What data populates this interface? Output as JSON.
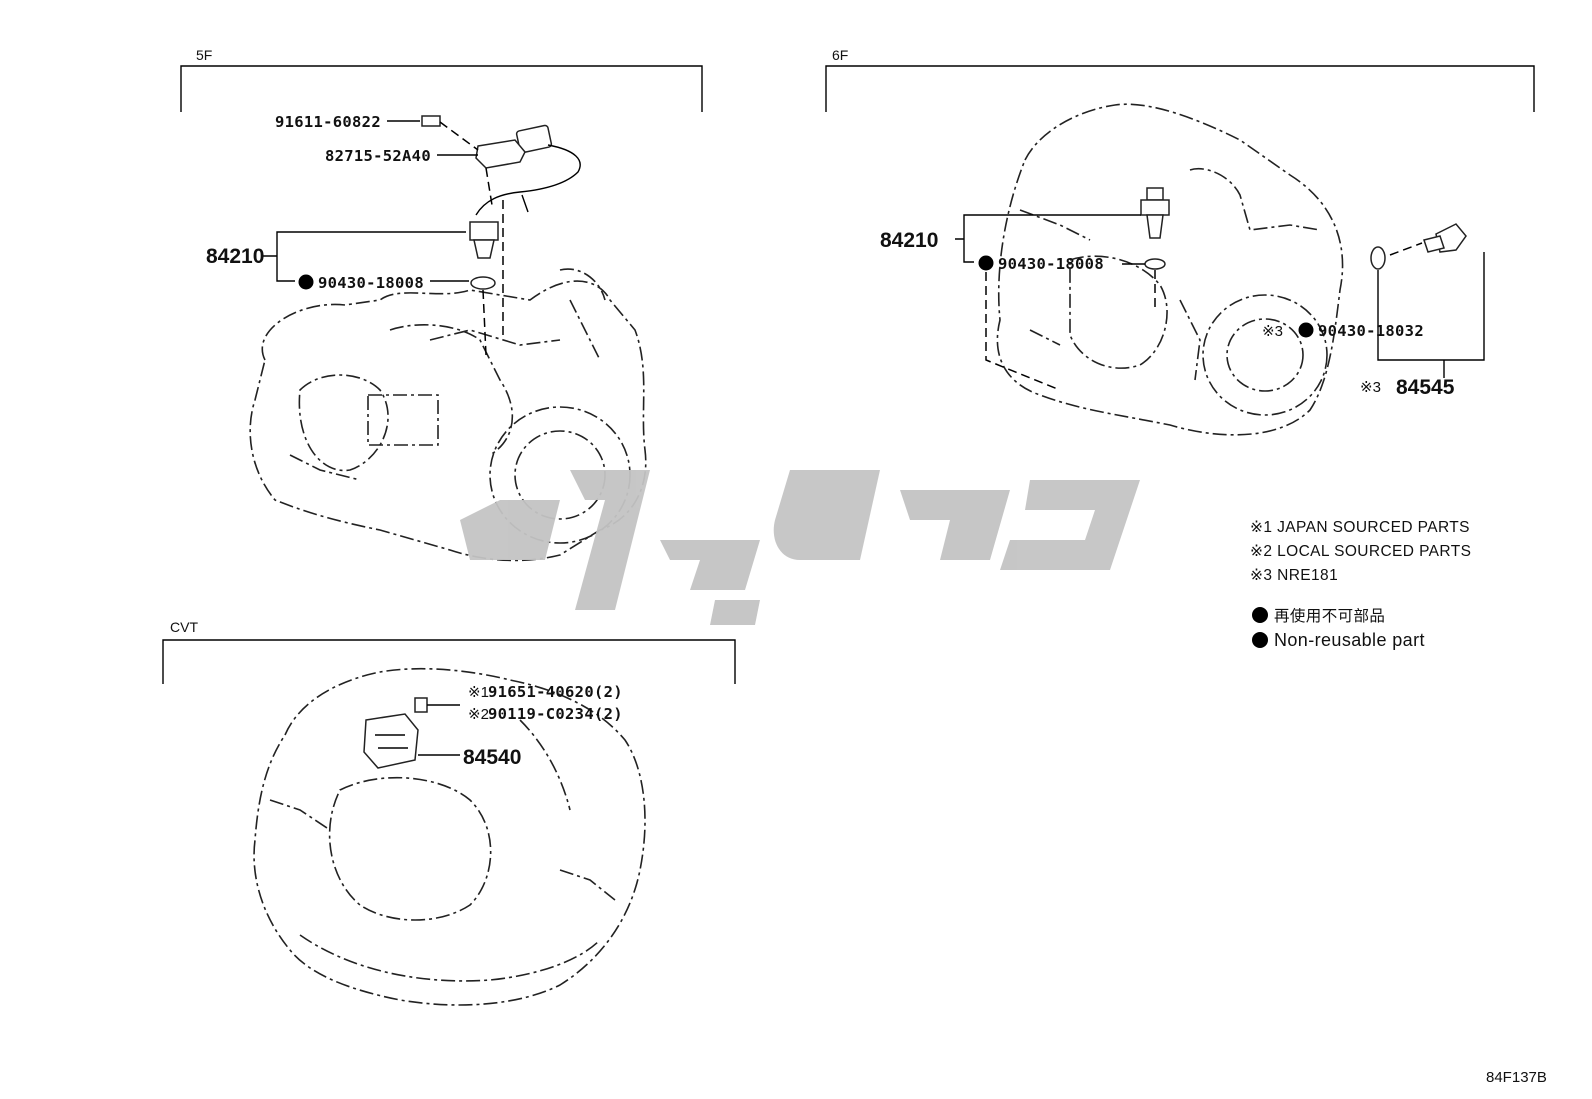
{
  "sections": {
    "five_f": "5F",
    "six_f": "6F",
    "cvt": "CVT"
  },
  "five_f_parts": {
    "bolt": "91611-60822",
    "bracket": "82715-52A40",
    "switch": "84210",
    "gasket": "90430-18008"
  },
  "six_f_parts": {
    "switch": "84210",
    "gasket_left": "90430-18008",
    "gasket_right": "90430-18032",
    "gasket_right_mark": "※3",
    "switch_right": "84545",
    "switch_right_mark": "※3"
  },
  "cvt_parts": {
    "bolt_1_mark": "※1",
    "bolt_1": "91651-40620(2)",
    "bolt_2_mark": "※2",
    "bolt_2": "90119-C0234(2)",
    "sensor": "84540"
  },
  "legend": {
    "note_1": "※1 JAPAN SOURCED PARTS",
    "note_2": "※2 LOCAL SOURCED PARTS",
    "note_3": "※3 NRE181",
    "nonreuse_jp": "再使用不可部品",
    "nonreuse_en": "Non-reusable part"
  },
  "figure_ref": "84F137B",
  "colors": {
    "line": "#000000",
    "watermark": "#c4c4c4",
    "background": "#ffffff"
  }
}
